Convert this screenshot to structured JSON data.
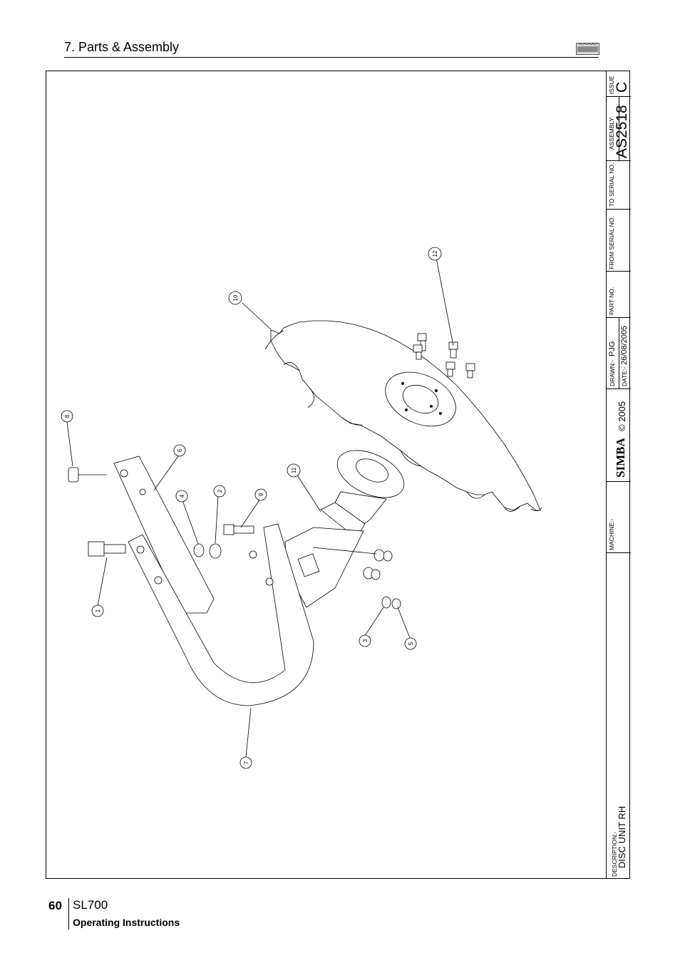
{
  "header": {
    "section_title": "7. Parts & Assembly",
    "logo_text": "SIMBA"
  },
  "title_block": {
    "issue_label": "ISSUE",
    "issue_value": "C",
    "assembly_label": "ASSEMBLY",
    "assembly_value": "AS2518",
    "to_serial_label": "TO SERIAL NO.",
    "from_serial_label": "FROM SERIAL NO.",
    "part_no_label": "PART NO.",
    "drawn_label": "DRAWN:-",
    "drawn_value": "PJG",
    "date_label": "DATE:-",
    "date_value": "26/08/2005",
    "copyright": "© 2005",
    "brand": "SIMBA",
    "machine_label": "MACHINE:-",
    "description_label": "DESCRIPTION:-",
    "description_value": "DISC UNIT RH"
  },
  "callouts": [
    "1",
    "2",
    "3",
    "4",
    "5",
    "6",
    "7",
    "8",
    "9",
    "10",
    "11",
    "12"
  ],
  "footer": {
    "page_number": "60",
    "product": "SL700",
    "doc_type": "Operating Instructions"
  }
}
